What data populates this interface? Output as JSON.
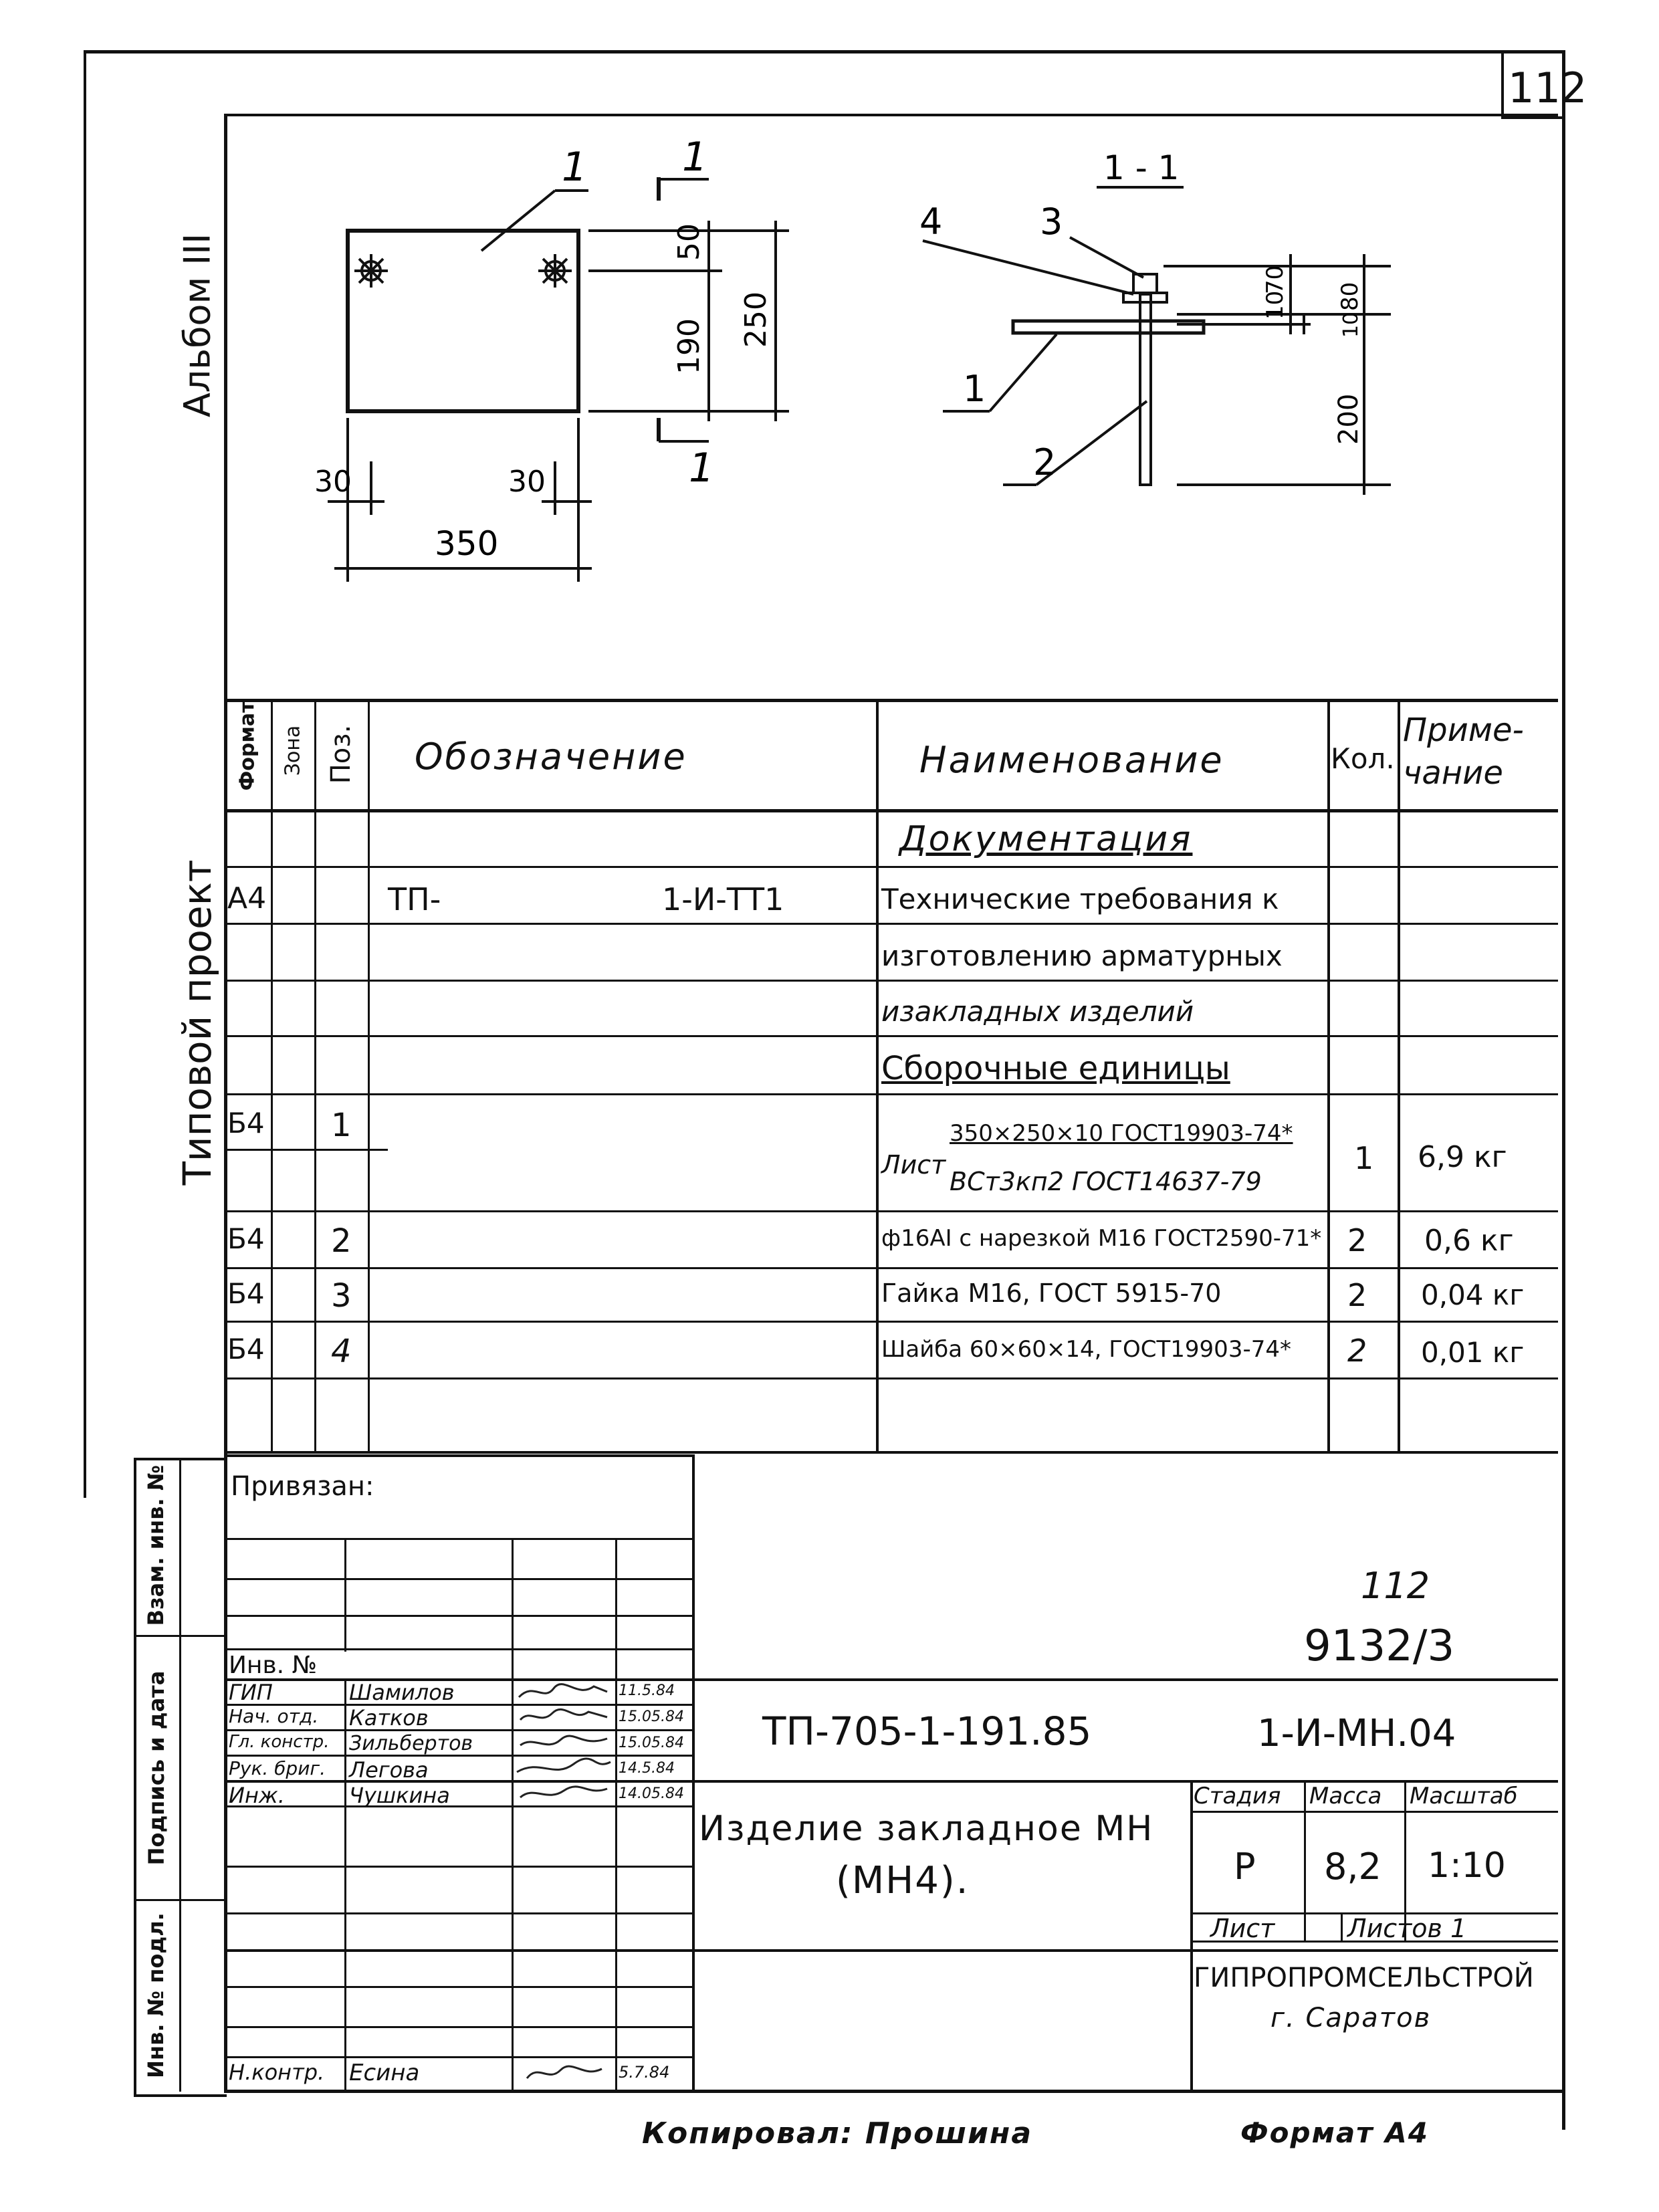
{
  "sheet_number": "112",
  "margin": {
    "album": "Альбом III",
    "project_type": "Типовой проект"
  },
  "drawing": {
    "plan": {
      "pos_label": "1",
      "section_mark_top": "1",
      "section_mark_bottom": "1",
      "dim_50": "50",
      "dim_190": "190",
      "dim_250": "250",
      "dim_30_left": "30",
      "dim_30_right": "30",
      "dim_350": "350"
    },
    "section": {
      "title": "1 - 1",
      "label_4": "4",
      "label_3": "3",
      "label_1": "1",
      "label_2": "2",
      "dim_10": "10",
      "dim_70": "70",
      "dim_80": "80",
      "dim_10b": "10",
      "dim_200": "200"
    }
  },
  "spec": {
    "headers": {
      "format": "Формат",
      "zone": "Зона",
      "pos": "Поз.",
      "designation": "Обозначение",
      "name": "Наименование",
      "qty": "Кол.",
      "note": "Приме-\nчание"
    },
    "section_doc": "Документация",
    "doc_row": {
      "format": "А4",
      "designation_left": "ТП-",
      "designation_right": "1-И-ТТ1"
    },
    "doc_name_lines": [
      "Технические требования к",
      "изготовлению арматурных",
      "изакладных изделий"
    ],
    "section_units": "Сборочные единицы",
    "row1": {
      "format": "Б4",
      "pos": "1",
      "name_prefix": "Лист",
      "name_top": "350×250×10 ГОСТ19903-74*",
      "name_bottom": "ВСт3кп2 ГОСТ14637-79",
      "qty": "1",
      "note": "6,9 кг"
    },
    "rows": [
      {
        "format": "Б4",
        "pos": "2",
        "name": "ф16АI с нарезкой М16 ГОСТ2590-71*",
        "qty": "2",
        "note": "0,6 кг"
      },
      {
        "format": "Б4",
        "pos": "3",
        "name": "Гайка М16, ГОСТ 5915-70",
        "qty": "2",
        "note": "0,04 кг"
      },
      {
        "format": "Б4",
        "pos": "4",
        "name": "Шайба 60×60×14, ГОСТ19903-74*",
        "qty": "2",
        "note": "0,01 кг"
      }
    ]
  },
  "title_block": {
    "privyazan": "Привязан:",
    "inv_no": "Инв. №",
    "stamp_top": "112",
    "stamp_bottom": "9132/3",
    "signatures": [
      {
        "role": "ГИП",
        "name": "Шамилов",
        "date": "11.5.84"
      },
      {
        "role": "Нач. отд.",
        "name": "Катков",
        "date": "15.05.84"
      },
      {
        "role": "Гл. констр.",
        "name": "Зильбертов",
        "date": "15.05.84"
      },
      {
        "role": "Рук. бриг.",
        "name": "Легова",
        "date": "14.5.84"
      },
      {
        "role": "Инж.",
        "name": "Чушкина",
        "date": "14.05.84"
      }
    ],
    "norm_control": {
      "role": "Н.контр.",
      "name": "Есина",
      "date": "5.7.84"
    },
    "project_code": "ТП-705-1-191.85",
    "doc_code": "1-И-МН.04",
    "title_line1": "Изделие закладное МН",
    "title_line2": "(МН4).",
    "stage_header": "Стадия",
    "mass_header": "Масса",
    "scale_header": "Масштаб",
    "stage": "Р",
    "mass": "8,2",
    "scale": "1:10",
    "sheet_label": "Лист",
    "sheets_label": "Листов 1",
    "org_name": "ГИПРОПРОМСЕЛЬСТРОЙ",
    "org_city": "г. Саратов"
  },
  "left_strip": {
    "vzam": "Взам. инв. №",
    "podpis": "Подпись и дата",
    "inv_podl": "Инв. № подл."
  },
  "footer": {
    "copied": "Копировал: Прошина",
    "format": "Формат А4"
  }
}
